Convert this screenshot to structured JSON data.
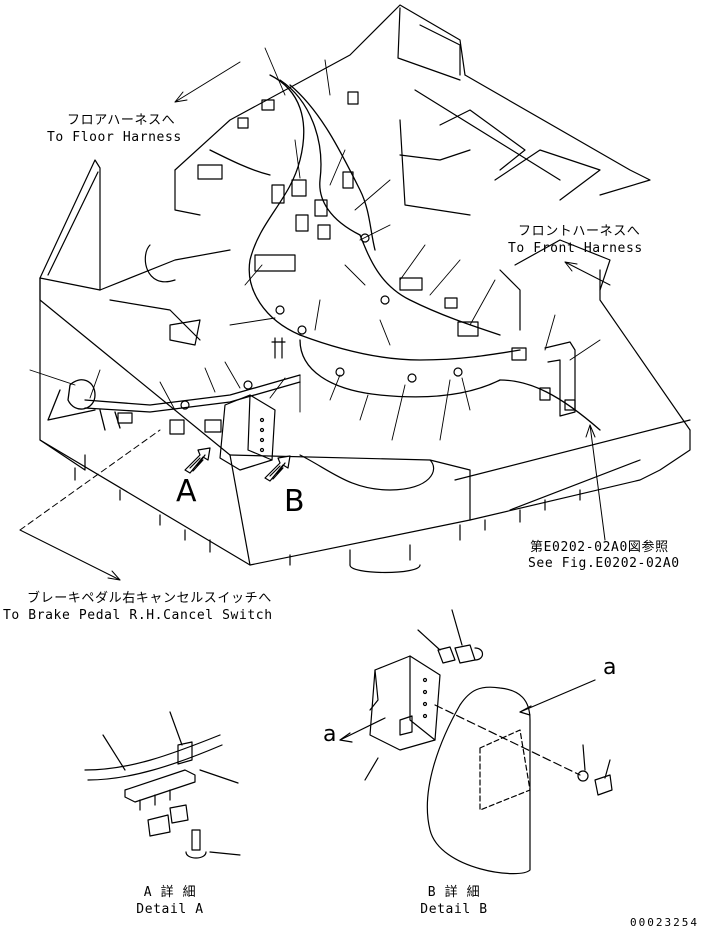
{
  "callouts": {
    "floor_harness_jp": "フロアハーネスへ",
    "floor_harness_en": "To Floor Harness",
    "front_harness_jp": "フロントハーネスへ",
    "front_harness_en": "To Front Harness",
    "brake_pedal_jp": "ブレーキペダル右キャンセルスイッチへ",
    "brake_pedal_en": "To Brake Pedal R.H.Cancel Switch",
    "see_fig_jp": "第E0202-02A0図参照",
    "see_fig_en": "See Fig.E0202-02A0"
  },
  "view_letters": {
    "a": "A",
    "b": "B",
    "arrow_a_right": "a",
    "arrow_a_left": "a"
  },
  "details": {
    "a_jp": "A 詳 細",
    "a_en": "Detail A",
    "b_jp": "B 詳 細",
    "b_en": "Detail B"
  },
  "drawing_number": "00023254"
}
